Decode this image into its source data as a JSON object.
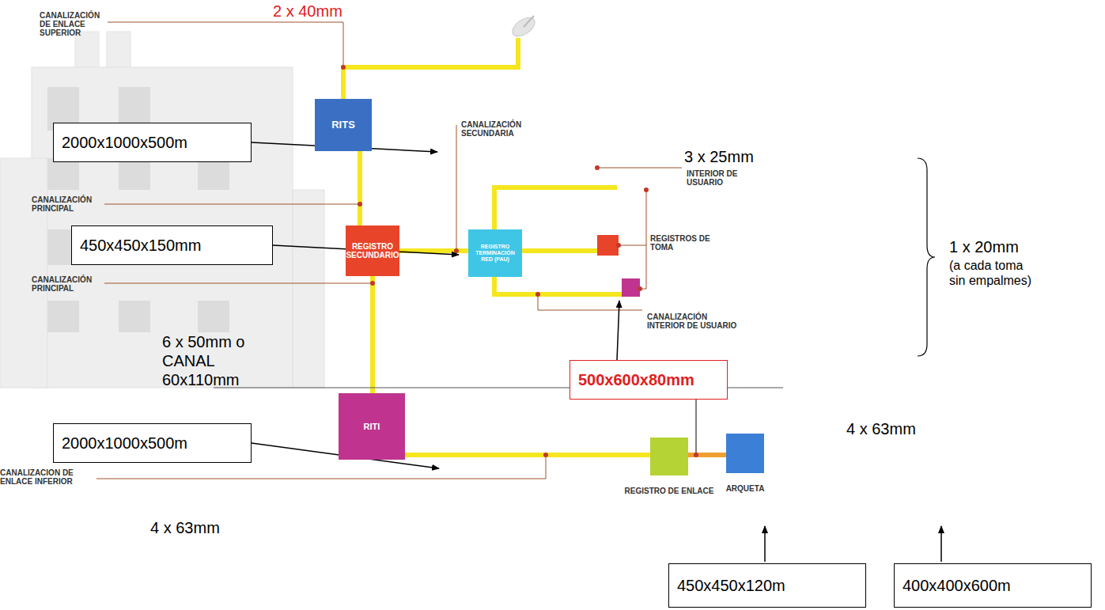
{
  "diagram": {
    "nodes": [
      {
        "text": [
          "RITS"
        ]
      },
      {
        "text": [
          "REGISTRO SECUNDARIO"
        ]
      },
      {
        "text": [
          "REGISTRO TERMINACIÓN RED (PAU)"
        ]
      },
      {
        "text": [
          "RITI"
        ]
      },
      {
        "text": [
          "REGISTRO DE ENLACE"
        ]
      },
      {
        "text": [
          "ARQUETA"
        ]
      },
      {
        "text": [
          "2000x1000x500m"
        ]
      },
      {
        "text": [
          "450x450x150mm"
        ]
      },
      {
        "text": [
          "500x600x80mm"
        ]
      },
      {
        "text": [
          "2000x1000x500m"
        ]
      },
      {
        "text": [
          "450x450x120m"
        ]
      },
      {
        "text": [
          "400x400x600m"
        ]
      }
    ],
    "edges": [
      {
        "from": 0,
        "to": 1,
        "arrow": "none"
      },
      {
        "from": 1,
        "to": 3,
        "arrow": "none"
      },
      {
        "from": 1,
        "to": 2,
        "arrow": "none"
      },
      {
        "from": 3,
        "to": 4,
        "arrow": "none"
      },
      {
        "from": 4,
        "to": 5,
        "arrow": "none"
      }
    ],
    "labels": [
      "CANALIZACIÓN DE ENLACE SUPERIOR",
      "2 x 40mm",
      "CANALIZACIÓN SECUNDARIA",
      "3 x 25mm",
      "INTERIOR DE USUARIO",
      "CANALIZACIÓN PRINCIPAL",
      "REGISTROS DE TOMA",
      "1 x 20mm",
      "(a cada toma sin empalmes)",
      "CANALIZACIÓN PRINCIPAL",
      "CANALIZACIÓN INTERIOR DE USUARIO",
      "6 x 50mm o CANAL 60x110mm",
      "4 x 63mm",
      "CANALIZACION DE ENLACE INFERIOR",
      "4 x 63mm"
    ]
  }
}
